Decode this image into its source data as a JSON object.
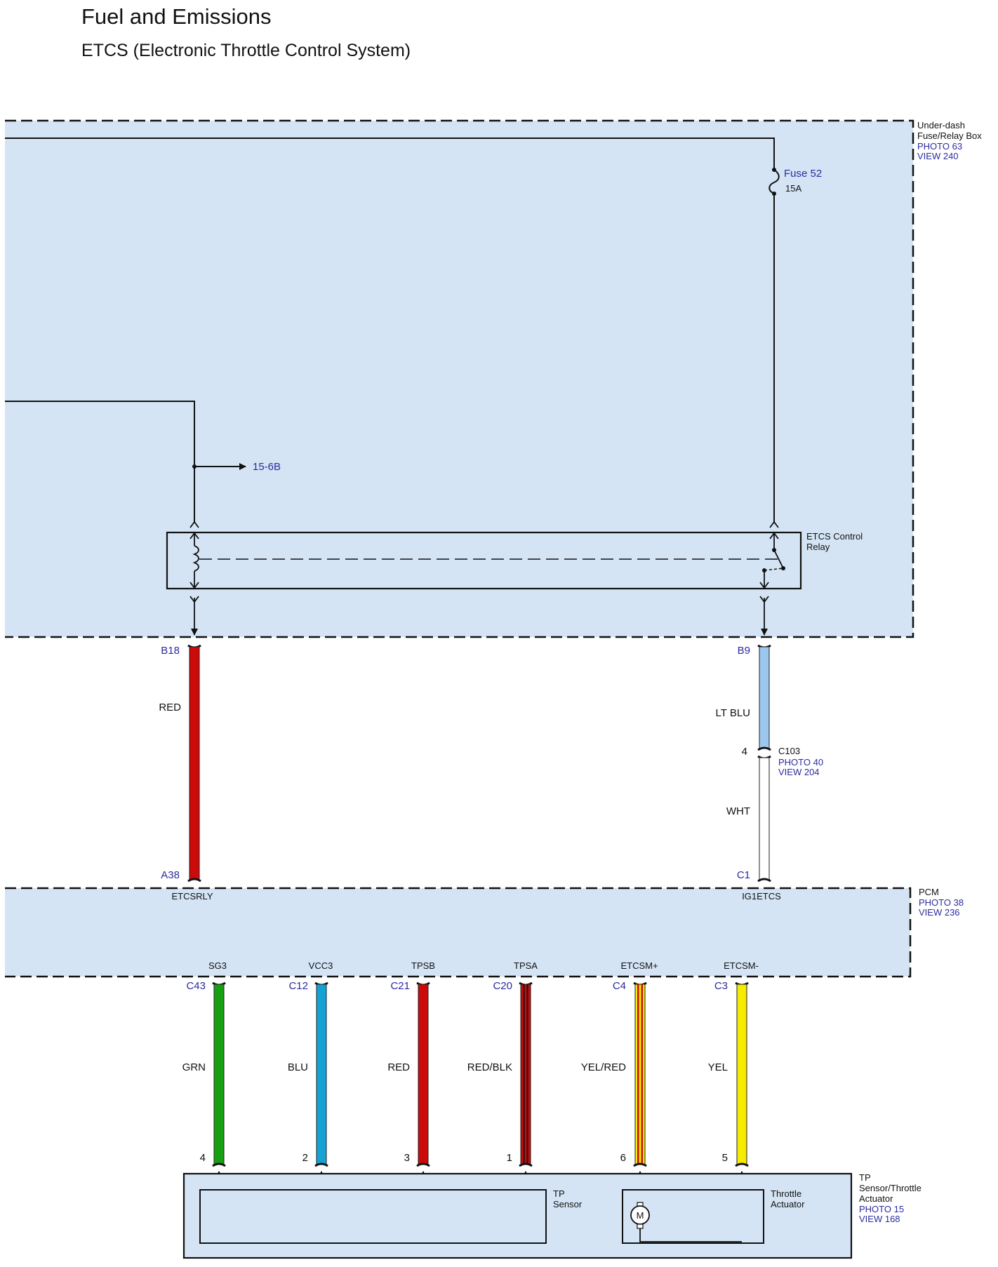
{
  "title": "Fuel and Emissions",
  "subtitle": "ETCS (Electronic Throttle Control System)",
  "colors": {
    "box_fill": "#d4e4f5",
    "wire_red": "#cc0a0a",
    "wire_ltblu": "#9cc7ee",
    "wire_grn": "#16a012",
    "wire_blu": "#15a3d6",
    "wire_yel": "#f5ec00",
    "wire_blk": "#111111"
  },
  "fuse_box": {
    "name_line1": "Under-dash",
    "name_line2": "Fuse/Relay Box",
    "photo": "PHOTO 63",
    "view": "VIEW 240",
    "fuse_name": "Fuse 52",
    "fuse_rating": "15A",
    "ref_arrow": "15-6B",
    "relay_line1": "ETCS Control",
    "relay_line2": "Relay"
  },
  "upper_wires": {
    "left": {
      "top_pin": "B18",
      "color_name": "RED",
      "bottom_pin": "A38",
      "signal": "ETCSRLY"
    },
    "right": {
      "top_pin": "B9",
      "color_name": "LT BLU",
      "conn_pin": "4",
      "conn_name": "C103",
      "conn_photo": "PHOTO 40",
      "conn_view": "VIEW 204",
      "lower_color": "WHT",
      "bottom_pin": "C1",
      "signal": "IG1ETCS"
    }
  },
  "pcm": {
    "name": "PCM",
    "photo": "PHOTO 38",
    "view": "VIEW 236"
  },
  "lower_wires": [
    {
      "signal": "SG3",
      "pin": "C43",
      "color_name": "GRN",
      "sensor_pin": "4"
    },
    {
      "signal": "VCC3",
      "pin": "C12",
      "color_name": "BLU",
      "sensor_pin": "2"
    },
    {
      "signal": "TPSB",
      "pin": "C21",
      "color_name": "RED",
      "sensor_pin": "3"
    },
    {
      "signal": "TPSA",
      "pin": "C20",
      "color_name": "RED/BLK",
      "sensor_pin": "1"
    },
    {
      "signal": "ETCSM+",
      "pin": "C4",
      "color_name": "YEL/RED",
      "sensor_pin": "6"
    },
    {
      "signal": "ETCSM-",
      "pin": "C3",
      "color_name": "YEL",
      "sensor_pin": "5"
    }
  ],
  "tp_assembly": {
    "name_line1": "TP",
    "name_line2": "Sensor/Throttle",
    "name_line3": "Actuator",
    "photo": "PHOTO 15",
    "view": "VIEW 168",
    "sensor_line1": "TP",
    "sensor_line2": "Sensor",
    "actuator_line1": "Throttle",
    "actuator_line2": "Actuator",
    "motor_symbol": "M"
  }
}
